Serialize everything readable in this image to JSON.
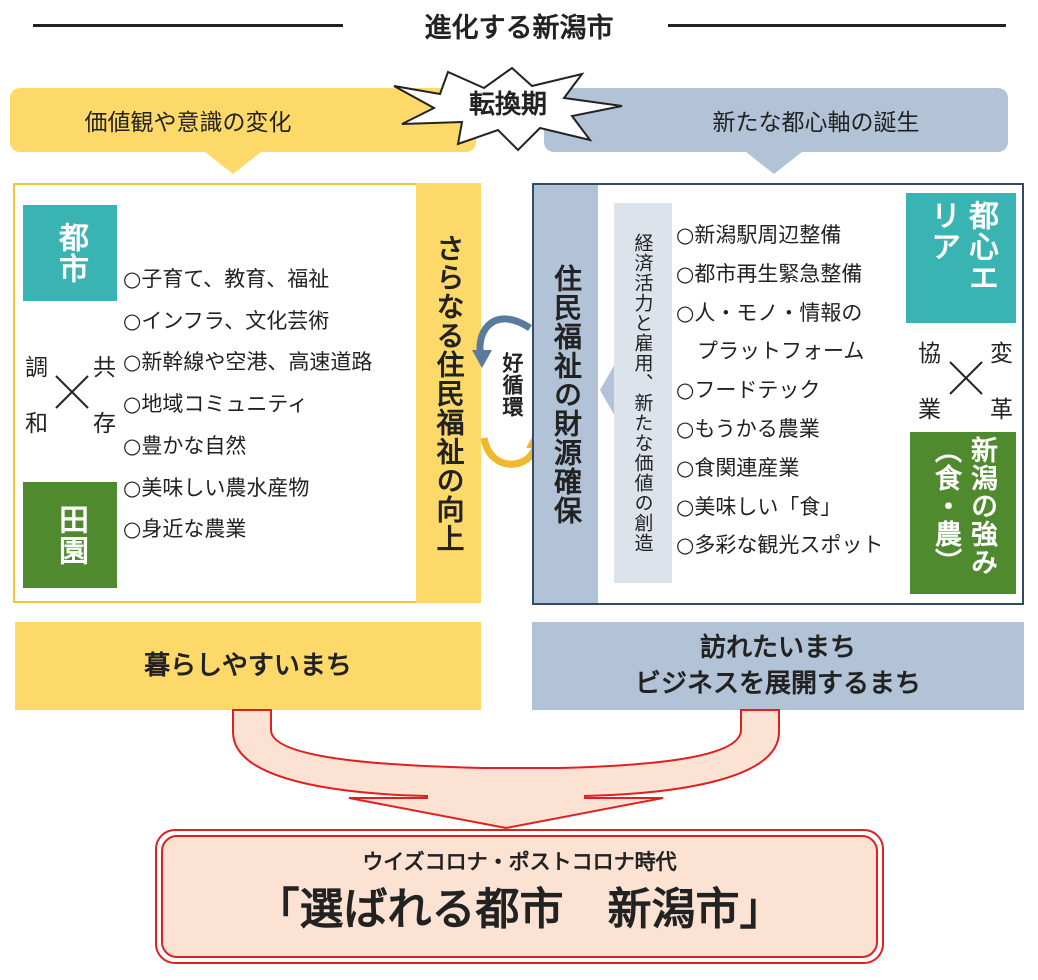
{
  "title": "進化する新潟市",
  "transition": "転換期",
  "header": {
    "left": "価値観や意識の変化",
    "right": "新たな都心軸の誕生"
  },
  "left_panel": {
    "toshi": "都市",
    "denen": "田園",
    "cross": {
      "tl": "調",
      "bl": "和",
      "tr": "共",
      "br": "存"
    },
    "items": [
      "○子育て、教育、福祉",
      "○インフラ、文化芸術",
      "○新幹線や空港、高速道路",
      "○地域コミュニティ",
      "○豊かな自然",
      "○美味しい農水産物",
      "○身近な農業"
    ],
    "vertical_label": "さらなる住民福祉の向上"
  },
  "cycle_label": "好循環",
  "right_panel": {
    "vertical_label": "住民福祉の財源確保",
    "inner_vertical": "経済活力と雇用、新たな価値の創造",
    "items": [
      "○新潟駅周辺整備",
      "○都市再生緊急整備",
      "○人・モノ・情報の",
      "　プラットフォーム",
      "○フードテック",
      "○もうかる農業",
      "○食関連産業",
      "○美味しい「食」",
      "○多彩な観光スポット"
    ],
    "toshin_area": "都心エリア",
    "cross": {
      "tl": "協",
      "bl": "業",
      "tr": "変",
      "br": "革"
    },
    "niigata_strength": "新潟の強み（食・農）"
  },
  "footer": {
    "left": "暮らしやすいまち",
    "right_line1": "訪れたいまち",
    "right_line2": "ビジネスを展開するまち"
  },
  "bottom": {
    "subtitle": "ウイズコロナ・ポストコロナ時代",
    "headline": "「選ばれる都市　新潟市」"
  },
  "colors": {
    "yellow": "#fdd96a",
    "yellow_border": "#f5c33a",
    "blue": "#b2c3d8",
    "navy_border": "#2f4a6b",
    "teal": "#3ab3b3",
    "green": "#4f8a2e",
    "red": "#e02020",
    "peach": "#fbe2d3"
  }
}
